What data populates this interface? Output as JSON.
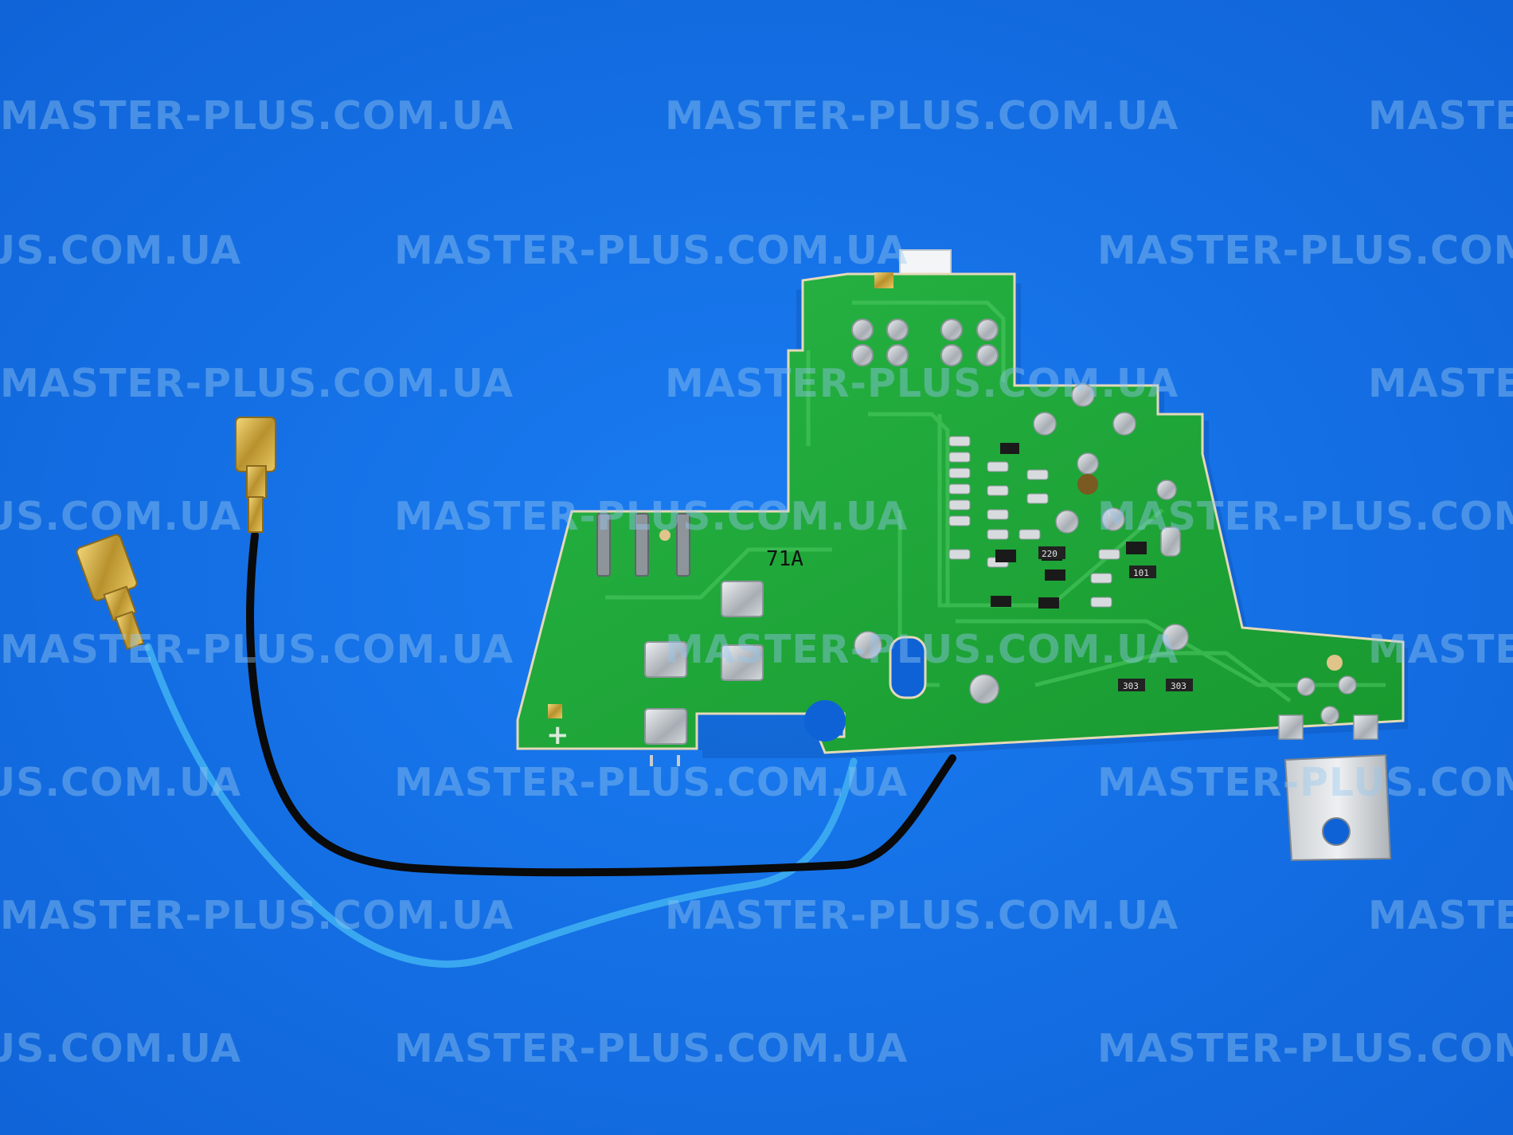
{
  "photo": {
    "subject": "PCB board with wires",
    "background_color": "#1673ea",
    "board_color": "#1fa63a",
    "wire_colors": [
      "#0a0a0a",
      "#3aa8f0"
    ]
  },
  "board_markings": {
    "board_code": "71A",
    "plus_sign": "+",
    "resistor_a": "220",
    "resistor_b": "101",
    "resistor_c": "303",
    "resistor_d": "303"
  },
  "watermark": {
    "text": "MASTER-PLUS.COM.UA"
  }
}
